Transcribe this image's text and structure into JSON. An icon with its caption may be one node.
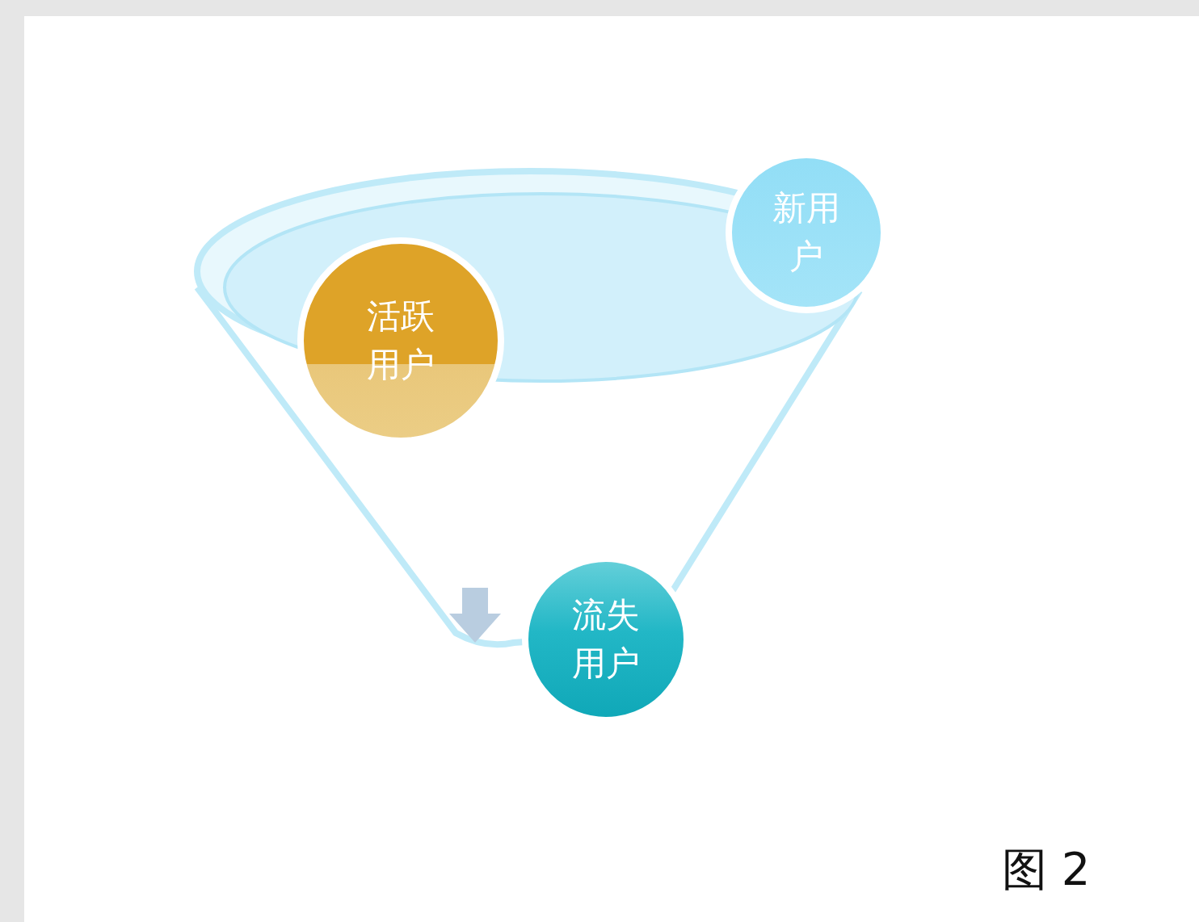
{
  "diagram": {
    "caption": "图 2",
    "nodes": [
      {
        "text": [
          "活跃用户"
        ]
      },
      {
        "text": [
          "新用户"
        ]
      },
      {
        "text": [
          "流失用户"
        ]
      }
    ]
  }
}
